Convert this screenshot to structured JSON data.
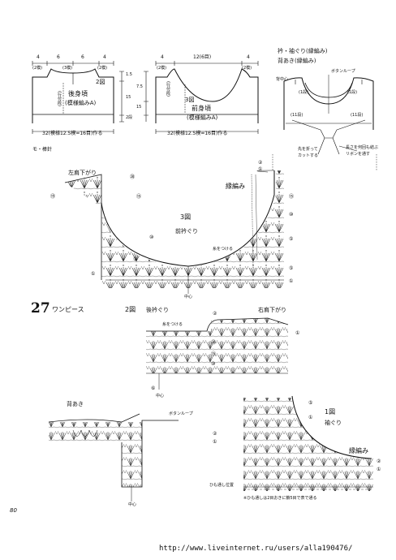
{
  "top": {
    "back_widths": [
      "4",
      "6",
      "6",
      "4",
      "(2模)",
      "(3模)",
      "(2模)"
    ],
    "back_title": "後身頃",
    "back_sub": "(模様編みA)",
    "back_fig": "2図",
    "back_bottom": "32(模様12.5模=16目)作る",
    "back_heights": [
      "1.5",
      "15",
      "2段"
    ],
    "back_len": "(行付段)",
    "front_widths": [
      "4",
      "12(6目)",
      "4",
      "(2模)",
      "(2模)"
    ],
    "front_title": "前身頃",
    "front_sub": "(模様編みA)",
    "front_fig": "3図",
    "front_bottom": "32(模様12.5模=16目)作る",
    "front_heights": [
      "7.5",
      "15"
    ],
    "front_len": "(行付段)",
    "material": "モ・棒針",
    "neck_title1": "衿・袖ぐり(縁編み)",
    "neck_title2": "背あき(縁編み)",
    "neck_labels": [
      "ボタンループ",
      "背中心",
      "(1段)",
      "(1段)",
      "(11段)",
      "(11段)"
    ],
    "tie_note1": "先を折って",
    "tie_note2": "カットする",
    "ribbon_note1": "長さを何回も結ぶ",
    "ribbon_note2": "リボンを通す"
  },
  "fig3": {
    "shoulder": "左肩下がり",
    "edge": "縁編み",
    "fig": "3図",
    "name": "前衿ぐり",
    "thread": "糸をつける",
    "center": "中心",
    "rows_left": [
      "⑳",
      "⑲",
      "⑮",
      "⑩",
      "⑤",
      "①"
    ],
    "rows_right": [
      "②",
      "①",
      "⑮",
      "⑩",
      "⑤",
      "⑤",
      "①"
    ]
  },
  "fig2": {
    "num": "27",
    "kind": "ワンピース",
    "fig": "2図",
    "name": "後衿ぐり",
    "shoulder": "右肩下がり",
    "thread": "糸をつける",
    "center": "中心",
    "rows": [
      "②",
      "①",
      "⑳",
      "⑮",
      "⑩",
      "⑥"
    ]
  },
  "fig_back": {
    "title": "背あき",
    "loop": "ボタンループ",
    "rows": [
      "②",
      "①"
    ],
    "center": "中心"
  },
  "fig1": {
    "fig": "1図",
    "name": "袖ぐり",
    "edge": "縁編み",
    "tie": "ひも通し位置",
    "note": "※ひも通しは2目おきに鎖5目で表で通る",
    "rows": [
      "⑤",
      "①",
      "②",
      "①"
    ]
  },
  "page_number": "80",
  "url": "http://www.liveinternet.ru/users/alla190476/"
}
